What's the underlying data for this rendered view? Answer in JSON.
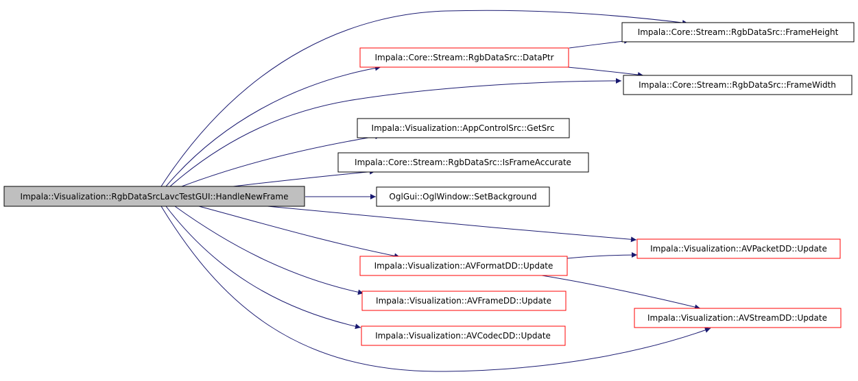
{
  "colors": {
    "edge": "#191970",
    "root_fill": "#bfbfbf",
    "border_black": "#000000",
    "border_red": "#ff0000"
  },
  "nodes": {
    "root": "Impala::Visualization::RgbDataSrcLavcTestGUI::HandleNewFrame",
    "frame_height": "Impala::Core::Stream::RgbDataSrc::FrameHeight",
    "data_ptr": "Impala::Core::Stream::RgbDataSrc::DataPtr",
    "frame_width": "Impala::Core::Stream::RgbDataSrc::FrameWidth",
    "get_src": "Impala::Visualization::AppControlSrc::GetSrc",
    "is_frame_accurate": "Impala::Core::Stream::RgbDataSrc::IsFrameAccurate",
    "set_background": "OglGui::OglWindow::SetBackground",
    "av_packet": "Impala::Visualization::AVPacketDD::Update",
    "av_format": "Impala::Visualization::AVFormatDD::Update",
    "av_frame": "Impala::Visualization::AVFrameDD::Update",
    "av_stream": "Impala::Visualization::AVStreamDD::Update",
    "av_codec": "Impala::Visualization::AVCodecDD::Update"
  }
}
